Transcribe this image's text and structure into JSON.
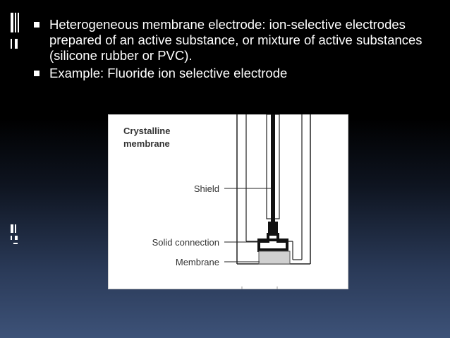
{
  "bullets": [
    "Heterogeneous membrane electrode: ion-selective electrodes prepared of an active substance, or mixture of active substances (silicone rubber or PVC).",
    "Example: Fluoride ion selective electrode"
  ],
  "figure": {
    "title_line1": "Crystalline",
    "title_line2": "membrane",
    "label_shield": "Shield",
    "label_solid_connection": "Solid connection",
    "label_membrane": "Membrane"
  }
}
